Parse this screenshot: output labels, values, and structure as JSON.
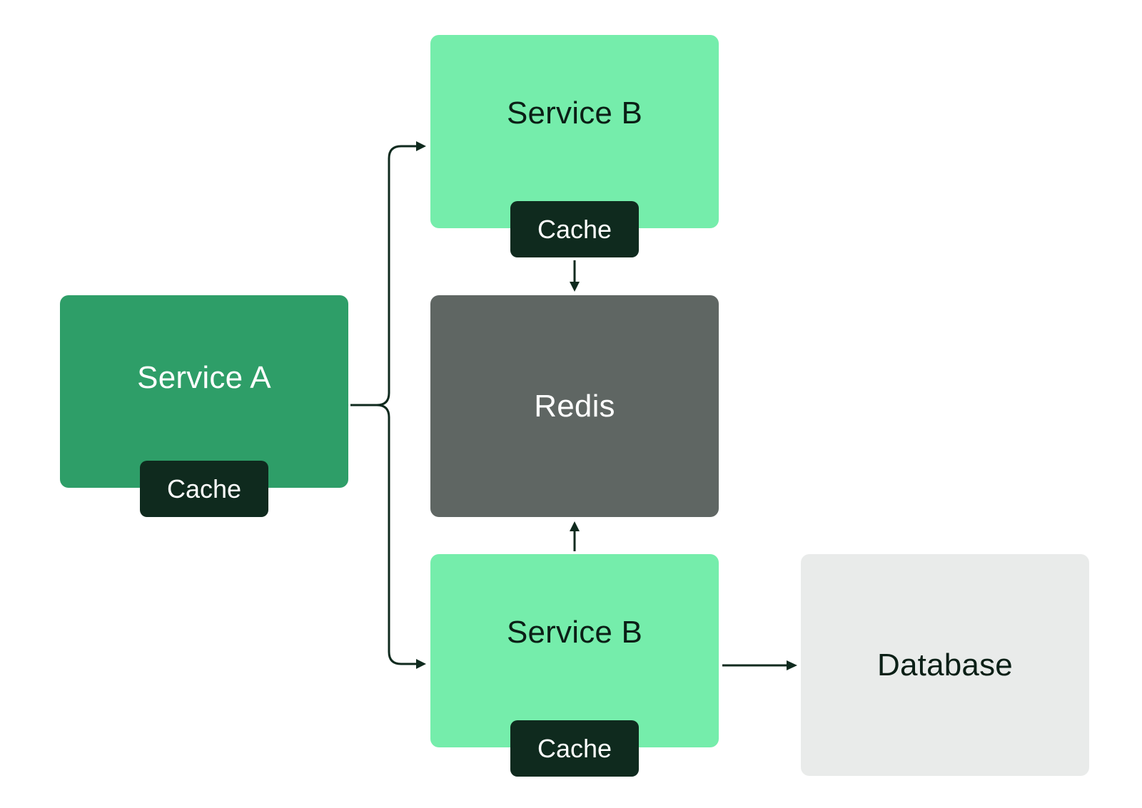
{
  "nodes": {
    "service_a": {
      "label": "Service A",
      "cache_label": "Cache"
    },
    "service_b_top": {
      "label": "Service B",
      "cache_label": "Cache"
    },
    "redis": {
      "label": "Redis"
    },
    "service_b_bottom": {
      "label": "Service B",
      "cache_label": "Cache"
    },
    "database": {
      "label": "Database"
    }
  },
  "edges": [
    {
      "from": "Service A",
      "to": "Service B (top)"
    },
    {
      "from": "Service A",
      "to": "Service B (bottom)"
    },
    {
      "from": "Service B (top) Cache",
      "to": "Redis"
    },
    {
      "from": "Service B (bottom)",
      "to": "Redis"
    },
    {
      "from": "Service B (bottom)",
      "to": "Database"
    }
  ],
  "colors": {
    "service_a": "#2e9e68",
    "service_b": "#75edab",
    "redis": "#5f6663",
    "database": "#e9ebea",
    "cache": "#0f2a1e",
    "connector": "#0f2a1e"
  }
}
